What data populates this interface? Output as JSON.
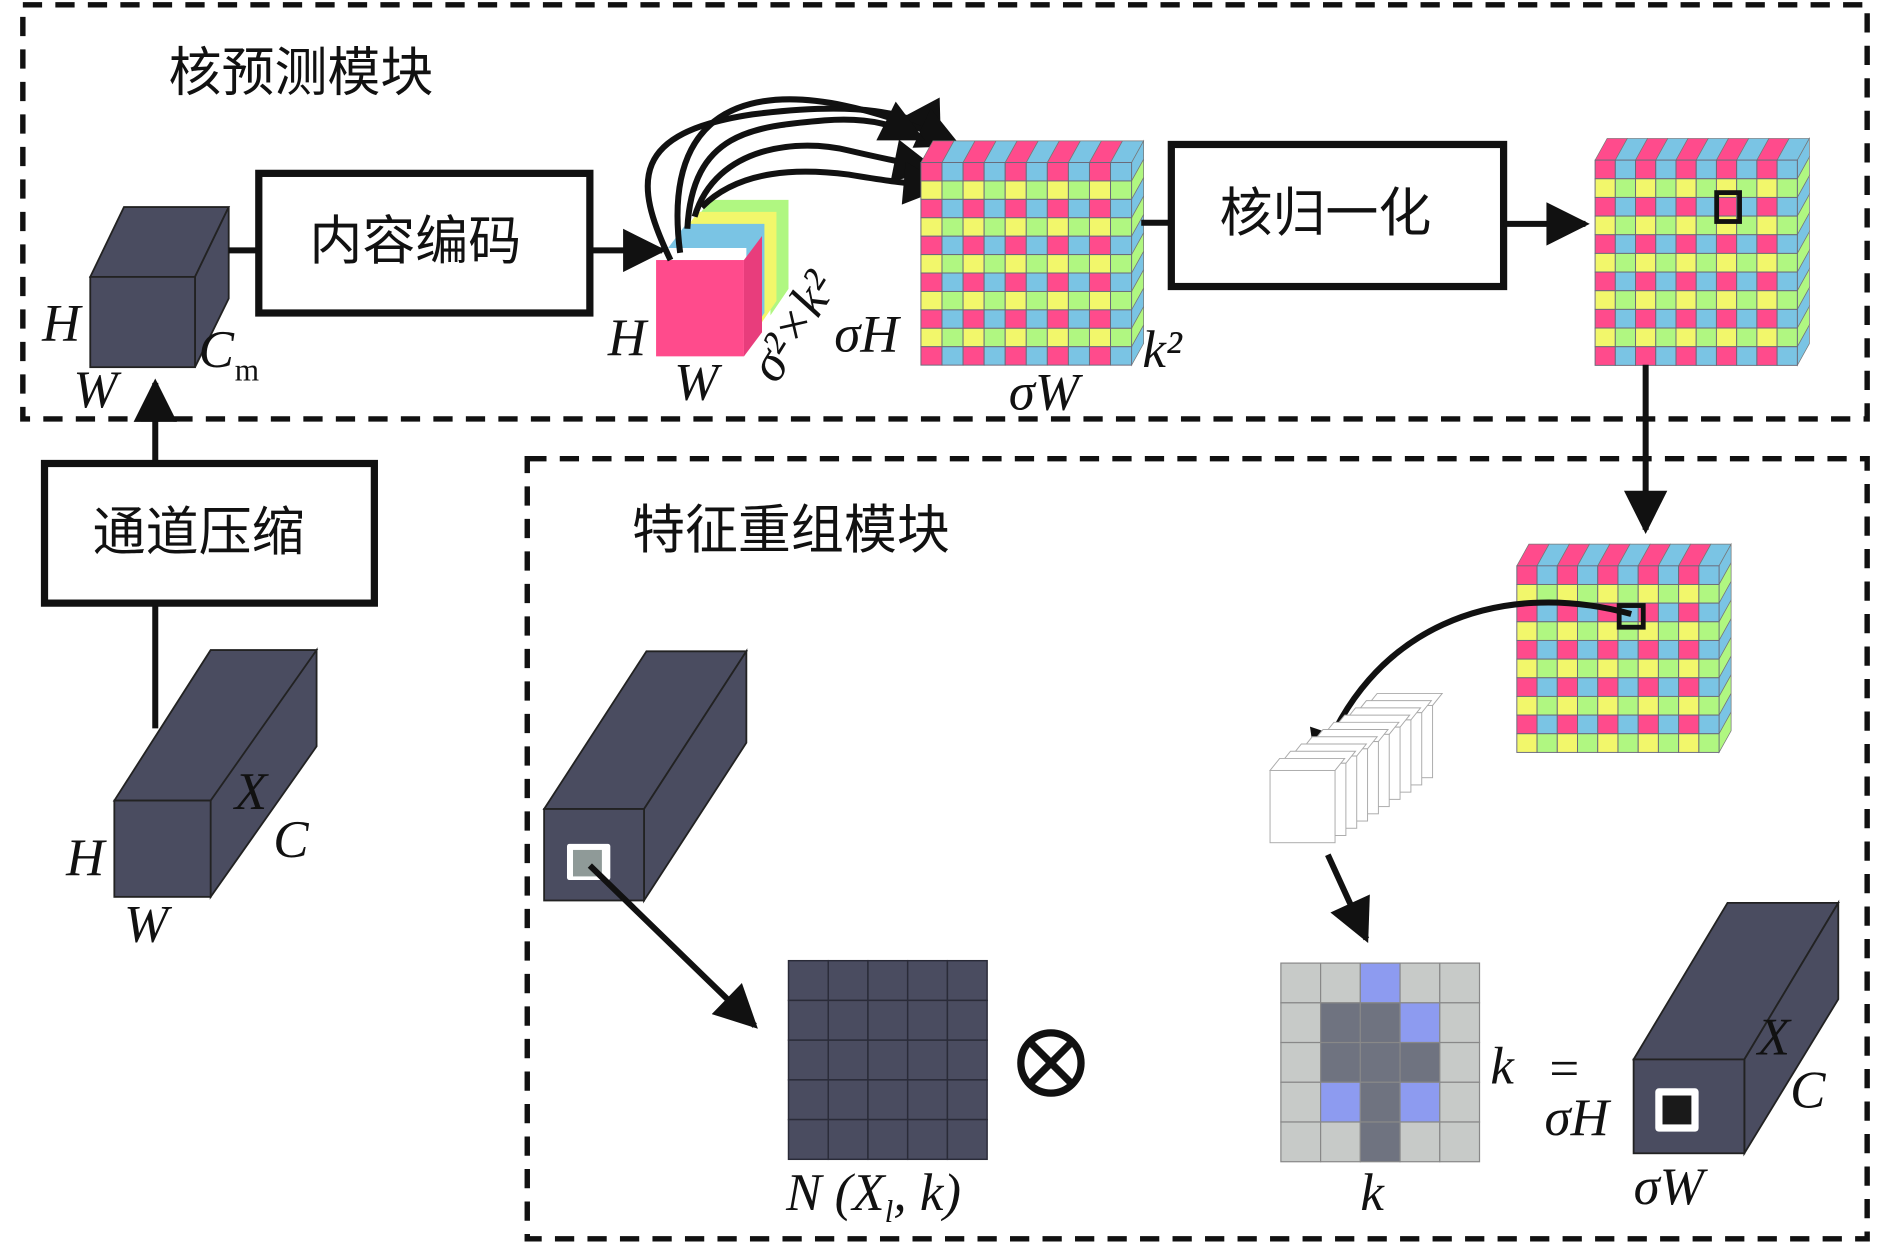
{
  "modules": {
    "kernel_prediction": {
      "title": "核预测模块"
    },
    "feature_reassembly": {
      "title": "特征重组模块"
    }
  },
  "blocks": {
    "channel_compress": "通道压缩",
    "content_encode": "内容编码",
    "kernel_normalize": "核归一化"
  },
  "labels": {
    "input_H": "H",
    "input_W": "W",
    "input_X": "X",
    "input_C": "C",
    "cm_H": "H",
    "cm_W": "W",
    "cm_C": "C",
    "cm_sub": "m",
    "enc_H": "H",
    "enc_W": "W",
    "enc_depth": "σ²×k²",
    "grid_H": "σH",
    "grid_W": "σW",
    "grid_k2": "k²",
    "neigh": "N (X",
    "neigh_sub": "l",
    "neigh_tail": ", k)",
    "kern_k_right": "k",
    "kern_k_bottom": "k",
    "eq": "=",
    "out_H": "σH",
    "out_W": "σW",
    "out_X": "X",
    "out_C": "C",
    "otimes": "⊗"
  },
  "colors": {
    "tensor": "#4a4c60",
    "pink": "#ff4b8c",
    "blue": "#7ac4e4",
    "yellow": "#f2f76b",
    "green": "#b0f781",
    "kernel_light": "#c7cac8",
    "kernel_dark": "#6f7380",
    "kernel_blue": "#8d9bf0"
  }
}
